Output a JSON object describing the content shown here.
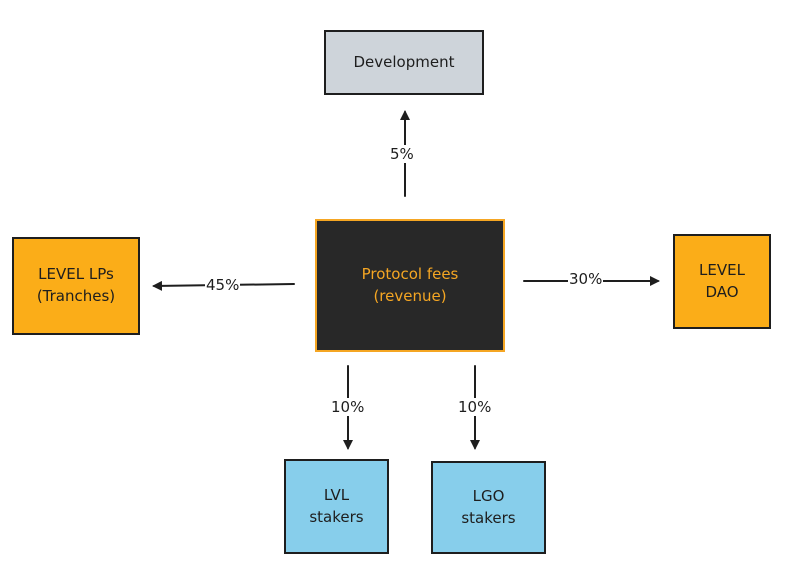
{
  "colors": {
    "center_fill": "#282828",
    "center_border": "#f5a623",
    "center_text": "#f5a623",
    "orange": "#fbad18",
    "gray": "#ced4da",
    "blue": "#87ceeb",
    "stroke": "#1e1e1e"
  },
  "nodes": {
    "center": {
      "line1": "Protocol fees",
      "line2": "(revenue)"
    },
    "development": {
      "label": "Development"
    },
    "lps": {
      "line1": "LEVEL LPs",
      "line2": "(Tranches)"
    },
    "dao": {
      "line1": "LEVEL",
      "line2": "DAO"
    },
    "lvl": {
      "line1": "LVL",
      "line2": "stakers"
    },
    "lgo": {
      "line1": "LGO",
      "line2": "stakers"
    }
  },
  "edges": {
    "development": "5%",
    "lps": "45%",
    "dao": "30%",
    "lvl": "10%",
    "lgo": "10%"
  }
}
